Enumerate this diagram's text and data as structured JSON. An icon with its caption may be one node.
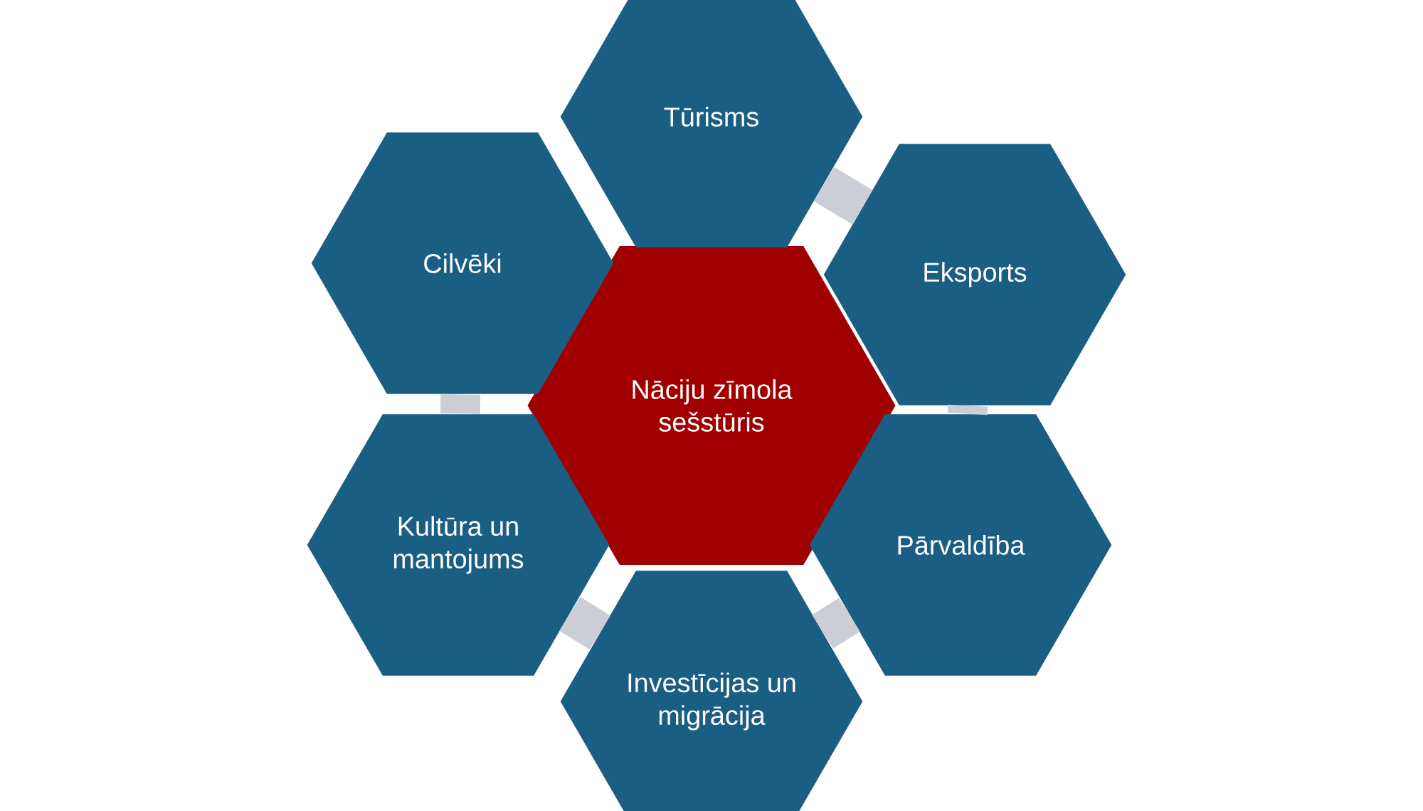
{
  "diagram": {
    "nodes": [
      {
        "text": [
          "Nāciju zīmola sešstūris"
        ]
      },
      {
        "text": [
          "Tūrisms"
        ]
      },
      {
        "text": [
          "Eksports"
        ]
      },
      {
        "text": [
          "Pārvaldība"
        ]
      },
      {
        "text": [
          "Investīcijas un migrācija"
        ]
      },
      {
        "text": [
          "Kultūra un mantojums"
        ]
      },
      {
        "text": [
          "Cilvēki"
        ]
      }
    ],
    "edges": [
      {
        "from": 1,
        "to": 2,
        "arrow": "none"
      },
      {
        "from": 2,
        "to": 3,
        "arrow": "none"
      },
      {
        "from": 3,
        "to": 4,
        "arrow": "none"
      },
      {
        "from": 4,
        "to": 5,
        "arrow": "none"
      },
      {
        "from": 5,
        "to": 6,
        "arrow": "none"
      }
    ]
  }
}
